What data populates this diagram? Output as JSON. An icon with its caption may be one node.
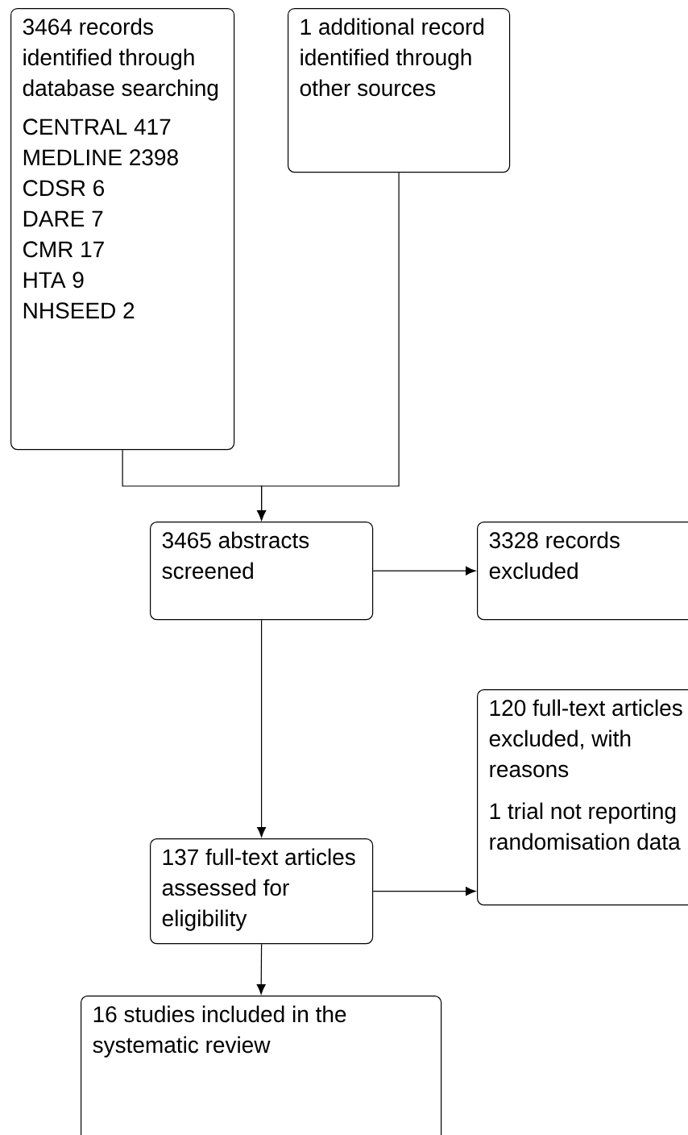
{
  "diagram": {
    "nodes": [
      {
        "text": [
          "3464 records identified through database searching",
          "CENTRAL 417",
          "MEDLINE 2398",
          "CDSR 6",
          "DARE 7",
          "CMR 17",
          "HTA 9",
          "NHSEED 2"
        ]
      },
      {
        "text": [
          "1 additional record identified through other sources"
        ]
      },
      {
        "text": [
          "3465 abstracts screened"
        ]
      },
      {
        "text": [
          "3328 records excluded"
        ]
      },
      {
        "text": [
          "120 full-text articles excluded, with reasons",
          "1 trial not reporting randomisation data"
        ]
      },
      {
        "text": [
          "137 full-text articles assessed for eligibility"
        ]
      },
      {
        "text": [
          "16 studies included in the systematic review"
        ]
      }
    ],
    "edges": [
      {
        "from": 0,
        "to": 2,
        "arrow": "to"
      },
      {
        "from": 1,
        "to": 2,
        "arrow": "to"
      },
      {
        "from": 2,
        "to": 3,
        "arrow": "to"
      },
      {
        "from": 2,
        "to": 5,
        "arrow": "to"
      },
      {
        "from": 5,
        "to": 4,
        "arrow": "to"
      },
      {
        "from": 5,
        "to": 6,
        "arrow": "to"
      }
    ]
  }
}
